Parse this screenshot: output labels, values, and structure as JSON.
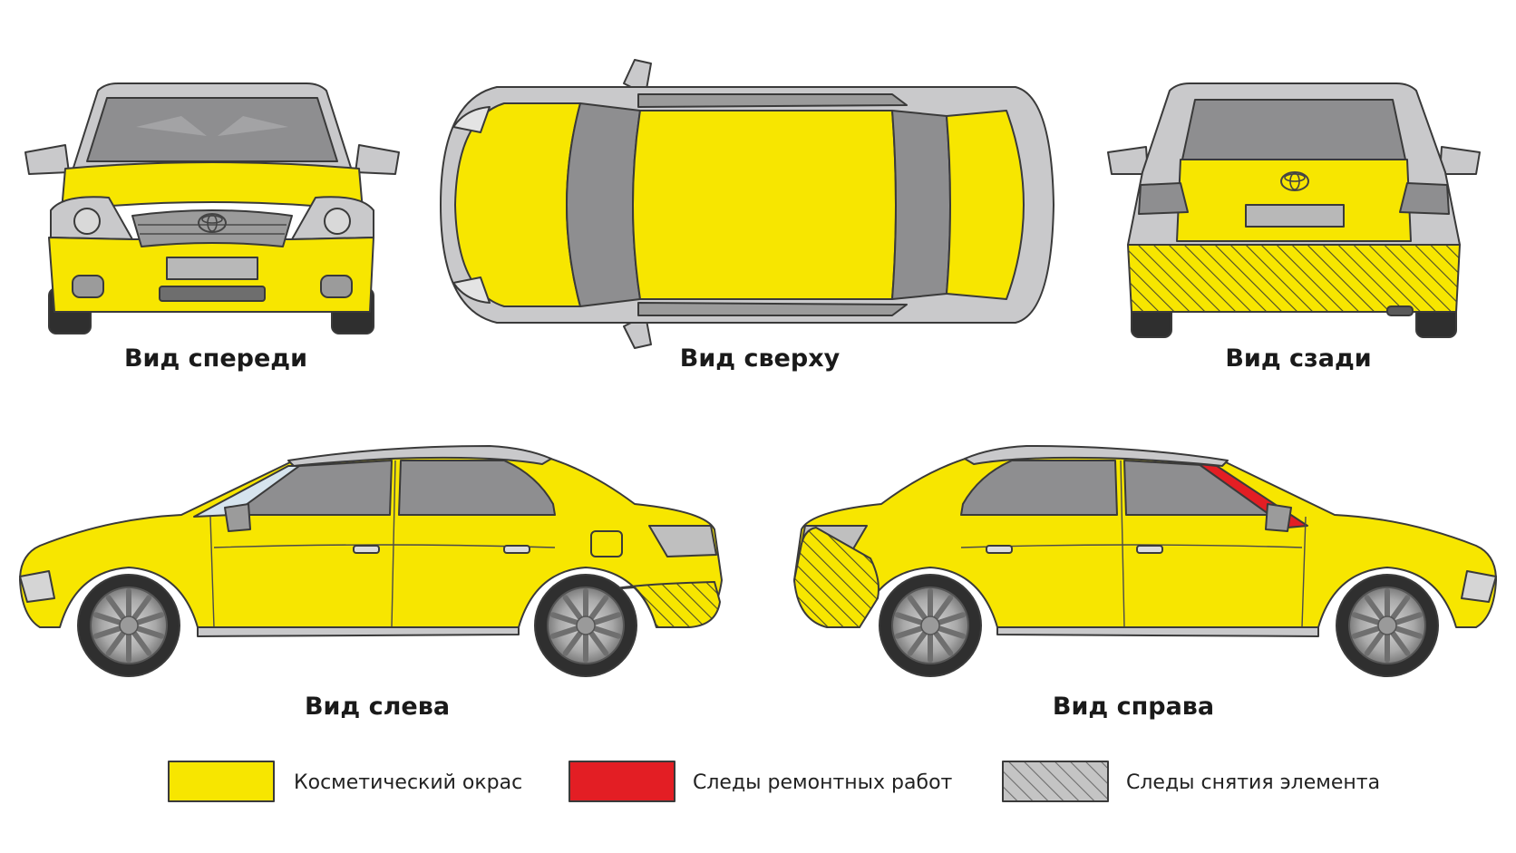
{
  "colors": {
    "cosmetic": "#f7e600",
    "repair": "#e31e24",
    "removed_hatch": "#9a9a9a",
    "body_gray": "#c9c9cb",
    "glass": "#8e8e90",
    "tire": "#2f2f2f"
  },
  "views": {
    "front": "Вид спереди",
    "top": "Вид сверху",
    "rear": "Вид сзади",
    "left": "Вид слева",
    "right": "Вид справа"
  },
  "legend": [
    {
      "label": "Косметический окрас",
      "fill": "cosmetic"
    },
    {
      "label": "Следы ремонтных работ",
      "fill": "repair"
    },
    {
      "label": "Следы снятия элемента",
      "fill": "removed_hatch"
    }
  ],
  "icons": {
    "brand_logo": "toyota-emblem-icon"
  }
}
